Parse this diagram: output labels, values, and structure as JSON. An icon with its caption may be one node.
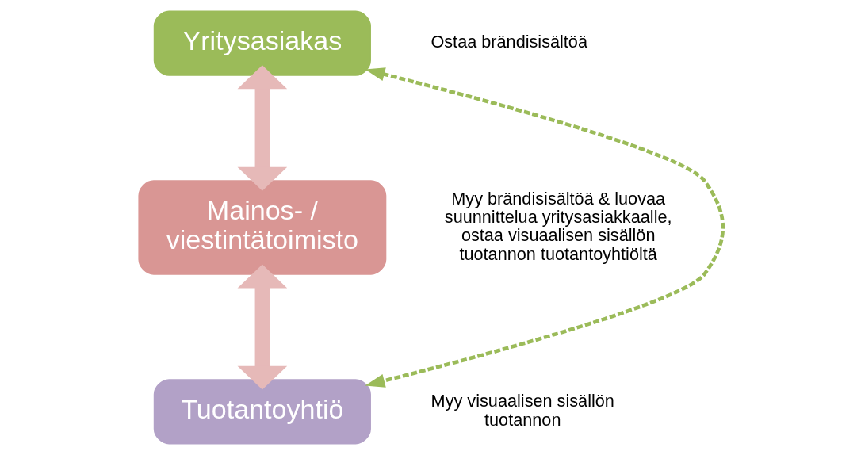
{
  "diagram": {
    "nodes": [
      {
        "text": [
          "Yritysasiakas"
        ],
        "beside": [
          "Ostaa brändisisältöä"
        ]
      },
      {
        "text": [
          "Mainos- / viestintätoimisto"
        ],
        "beside": [
          "Myy brändisisältöä & luovaa suunnittelua yritysasiakkaalle, ostaa visuaalisen sisällön tuotannon tuotantoyhtiöltä"
        ]
      },
      {
        "text": [
          "Tuotantoyhtiö"
        ],
        "beside": [
          "Myy visuaalisen sisällön tuotannon"
        ]
      }
    ],
    "edges": [
      {
        "from": 0,
        "to": 1,
        "arrow": "both"
      },
      {
        "from": 1,
        "to": 2,
        "arrow": "both"
      },
      {
        "from": 0,
        "to": 2,
        "arrow": "both",
        "style": "dashed",
        "color": "#9bbb59"
      }
    ]
  }
}
